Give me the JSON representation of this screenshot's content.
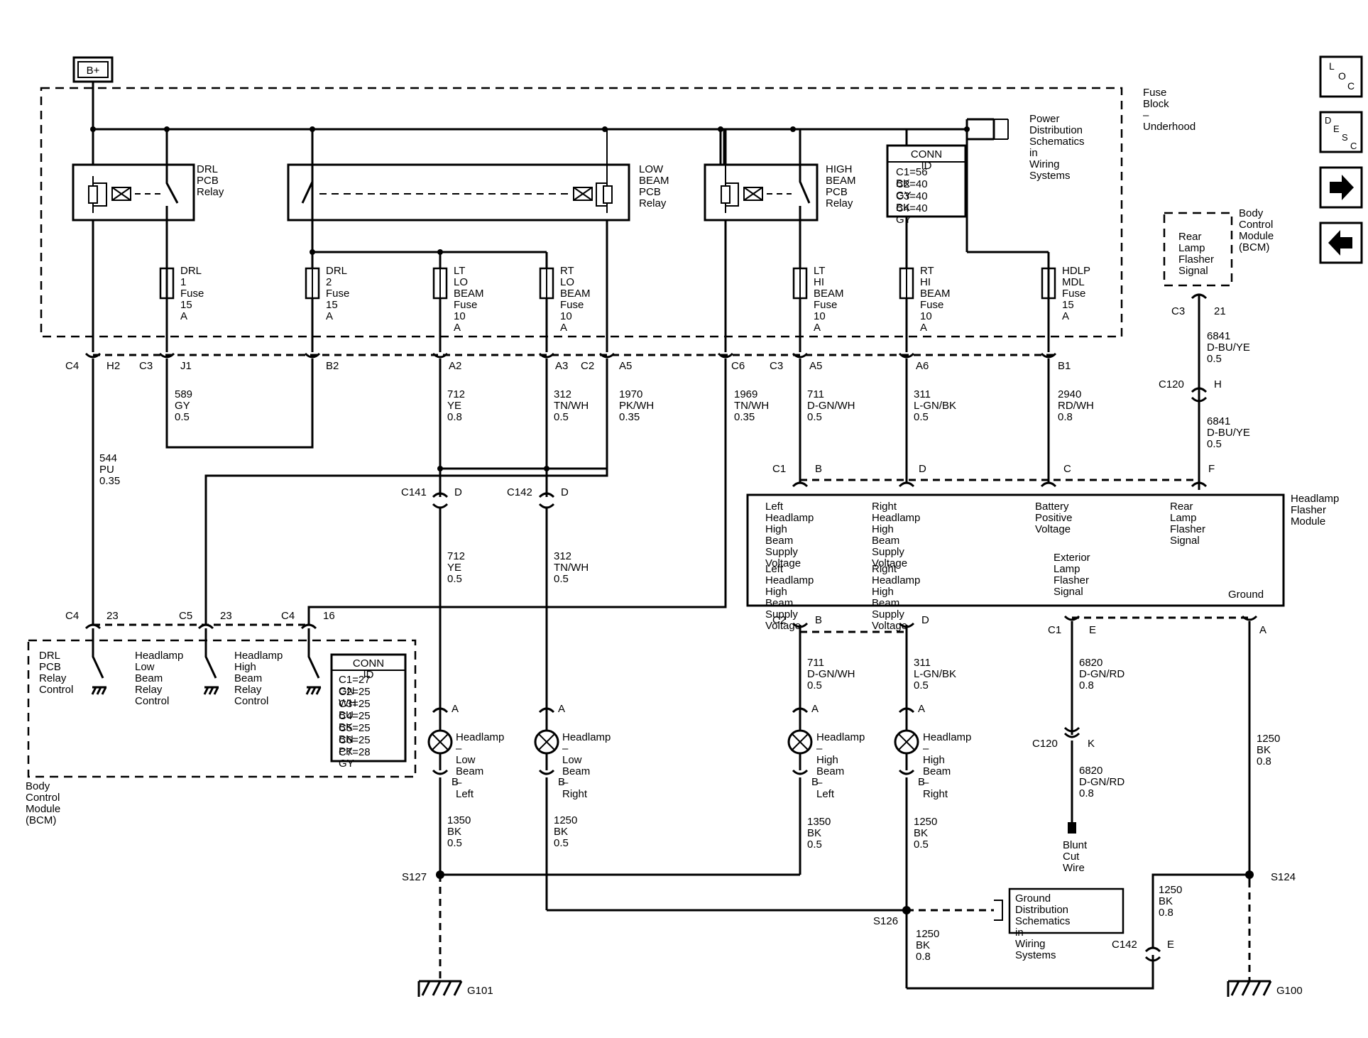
{
  "power": {
    "source": "B+"
  },
  "modules": {
    "fuse_block": "Fuse Block – Underhood",
    "power_dist": "Power Distribution Schematics in Wiring Systems",
    "ground_dist": "Ground Distribution Schematics in Wiring Systems",
    "bcm_top": "Body Control Module (BCM)",
    "bcm_top_label": "Rear Lamp Flasher Signal",
    "bcm_bottom": "Body Control Module (BCM)",
    "flasher": "Headlamp Flasher Module"
  },
  "relays": [
    {
      "id": "drl",
      "label": "DRL PCB Relay"
    },
    {
      "id": "low",
      "label": "LOW BEAM PCB Relay"
    },
    {
      "id": "high",
      "label": "HIGH BEAM PCB Relay"
    }
  ],
  "fuses": [
    {
      "id": "drl1",
      "label": "DRL 1 Fuse 15 A"
    },
    {
      "id": "drl2",
      "label": "DRL 2 Fuse 15 A"
    },
    {
      "id": "ltlo",
      "label": "LT LO BEAM Fuse 10 A"
    },
    {
      "id": "rtlo",
      "label": "RT LO BEAM Fuse 10 A"
    },
    {
      "id": "lthi",
      "label": "LT HI BEAM Fuse 10 A"
    },
    {
      "id": "rthi",
      "label": "RT HI BEAM Fuse 10 A"
    },
    {
      "id": "hdlp",
      "label": "HDLP MDL Fuse 15 A"
    }
  ],
  "conn_id_fuse": {
    "title": "CONN ID",
    "rows": [
      "C1=56 BK",
      "C2=40 GY",
      "C3=40 BK",
      "C4=40 GY"
    ]
  },
  "conn_id_bcm": {
    "title": "CONN ID",
    "rows": [
      "C1=27 GN",
      "C2=25 WH",
      "C3=25 BU",
      "C4=25 BK",
      "C5=25 BN",
      "C6=25 PK",
      "C7=28 GY"
    ]
  },
  "connectors": {
    "c4": "C4",
    "h2": "H2",
    "c3": "C3",
    "j1": "J1",
    "b2": "B2",
    "a2": "A2",
    "a3": "A3",
    "c2": "C2",
    "a5": "A5",
    "c6": "C6",
    "c3b": "C3",
    "a5b": "A5",
    "a6": "A6",
    "b1": "B1",
    "c3bcm": "C3",
    "p21": "21",
    "c120a": "C120",
    "h": "H",
    "c1fm": "C1",
    "b_fm": "B",
    "d_fm": "D",
    "c_fm": "C",
    "f_fm": "F",
    "c141": "C141",
    "d141": "D",
    "c142": "C142",
    "d142": "D",
    "c4b": "C4",
    "p23a": "23",
    "c5": "C5",
    "p23b": "23",
    "c4c": "C4",
    "p16": "16",
    "c2fm": "C2",
    "b2fm": "B",
    "d2fm": "D",
    "c1fm2": "C1",
    "e_fm": "E",
    "a_fm": "A",
    "c120b": "C120",
    "k": "K",
    "c142b": "C142",
    "e142": "E",
    "lla": "A",
    "llb": "B",
    "lra": "A",
    "lrb": "B",
    "hla": "A",
    "hlb": "B",
    "hra": "A",
    "hrb": "B"
  },
  "wires": {
    "w589": "589 GY 0.5",
    "w544": "544 PU 0.35",
    "w712a": "712 YE 0.8",
    "w312a": "312 TN/WH 0.5",
    "w1970": "1970 PK/WH 0.35",
    "w1969": "1969 TN/WH 0.35",
    "w711a": "711 D-GN/WH 0.5",
    "w311a": "311 L-GN/BK 0.5",
    "w2940": "2940 RD/WH 0.8",
    "w6841a": "6841 D-BU/YE 0.5",
    "w6841b": "6841 D-BU/YE 0.5",
    "w712b": "712 YE 0.5",
    "w312b": "312 TN/WH 0.5",
    "w711b": "711 D-GN/WH 0.5",
    "w311b": "311 L-GN/BK 0.5",
    "w6820a": "6820 D-GN/RD 0.8",
    "w6820b": "6820 D-GN/RD 0.8",
    "w1250fm": "1250 BK 0.8",
    "w1350l": "1350 BK 0.5",
    "w1250l": "1250 BK 0.5",
    "w1350h": "1350 BK 0.5",
    "w1250h": "1250 BK 0.5",
    "w1250s126": "1250 BK 0.8",
    "w1250s124": "1250 BK 0.8"
  },
  "flasher_pins": {
    "top1": "Left Headlamp High Beam Supply Voltage",
    "top2": "Right Headlamp High Beam Supply Voltage",
    "top3": "Battery Positive Voltage",
    "top4": "Rear Lamp Flasher Signal",
    "bot1": "Left Headlamp High Beam Supply Voltage",
    "bot2": "Right Headlamp High Beam Supply Voltage",
    "bot3": "Exterior Lamp Flasher Signal",
    "bot4": "Ground"
  },
  "bcm_pins": {
    "drl": "DRL PCB Relay Control",
    "low": "Headlamp Low Beam Relay Control",
    "high": "Headlamp High Beam Relay Control"
  },
  "lamps": {
    "ll": "Headlamp – Low Beam – Left",
    "lr": "Headlamp – Low Beam – Right",
    "hl": "Headlamp – High Beam – Left",
    "hr": "Headlamp – High Beam – Right"
  },
  "splices": {
    "s127": "S127",
    "s126": "S126",
    "s124": "S124"
  },
  "grounds": {
    "g101": "G101",
    "g100": "G100"
  },
  "blunt": "Blunt Cut Wire",
  "nav": {
    "loc": [
      "L",
      "O",
      "C"
    ],
    "desc": [
      "D",
      "E",
      "S",
      "C"
    ]
  }
}
